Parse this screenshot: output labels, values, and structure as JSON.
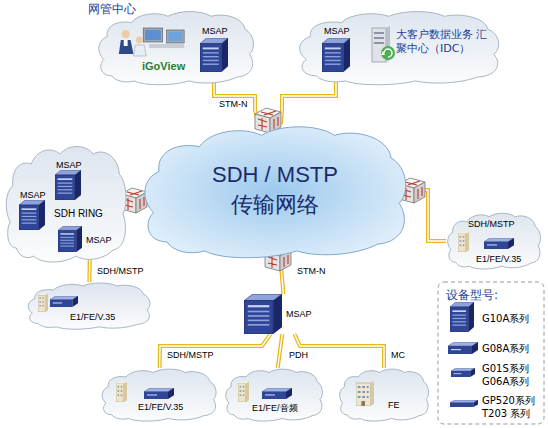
{
  "diagram": {
    "nodes": [
      {
        "text": [
          "网管中心",
          "iGoView"
        ]
      },
      {
        "text": [
          "MSAP"
        ],
        "in": 0
      },
      {
        "text": [
          "大客户数据业务 汇聚中心（IDC）"
        ]
      },
      {
        "text": [
          "MSAP"
        ],
        "in": 2
      },
      {
        "text": [
          "SDH / MSTP",
          "传输网络"
        ]
      },
      {
        "text": [
          "SDH RING"
        ]
      },
      {
        "text": [
          "MSAP"
        ],
        "in": 5
      },
      {
        "text": [
          "MSAP"
        ],
        "in": 5
      },
      {
        "text": [
          "MSAP"
        ],
        "in": 5
      },
      {
        "text": [
          "E1/FE/V.35"
        ]
      },
      {
        "text": [
          "SDH/MSTP",
          "E1/FE/V.35"
        ]
      },
      {
        "text": [
          "MSAP"
        ]
      },
      {
        "text": [
          "E1/FE/V.35"
        ]
      },
      {
        "text": [
          "E1/FE/音频"
        ]
      },
      {
        "text": [
          "FE"
        ]
      }
    ],
    "edges": [
      {
        "from": 1,
        "to": 4,
        "arrow": "none"
      },
      {
        "from": 3,
        "to": 4,
        "arrow": "none"
      },
      {
        "from": 5,
        "to": 4,
        "arrow": "none"
      },
      {
        "from": 10,
        "to": 4,
        "arrow": "none"
      },
      {
        "from": 4,
        "to": 11,
        "label": "STM-N",
        "arrow": "none"
      },
      {
        "from": 8,
        "to": 9,
        "label": "SDH/MSTP",
        "arrow": "none"
      },
      {
        "from": 11,
        "to": 12,
        "label": "SDH/MSTP",
        "arrow": "none"
      },
      {
        "from": 11,
        "to": 13,
        "label": "PDH",
        "arrow": "none"
      },
      {
        "from": 11,
        "to": 14,
        "label": "MC",
        "arrow": "none"
      }
    ],
    "labels": [
      "STM-N",
      "设备型号:"
    ],
    "legend": [
      {
        "text": "G10A系列"
      },
      {
        "text": "G08A系列"
      },
      {
        "text": "G01S系列 G06A系列"
      },
      {
        "text": "GP520系列 T203 系列"
      }
    ]
  }
}
